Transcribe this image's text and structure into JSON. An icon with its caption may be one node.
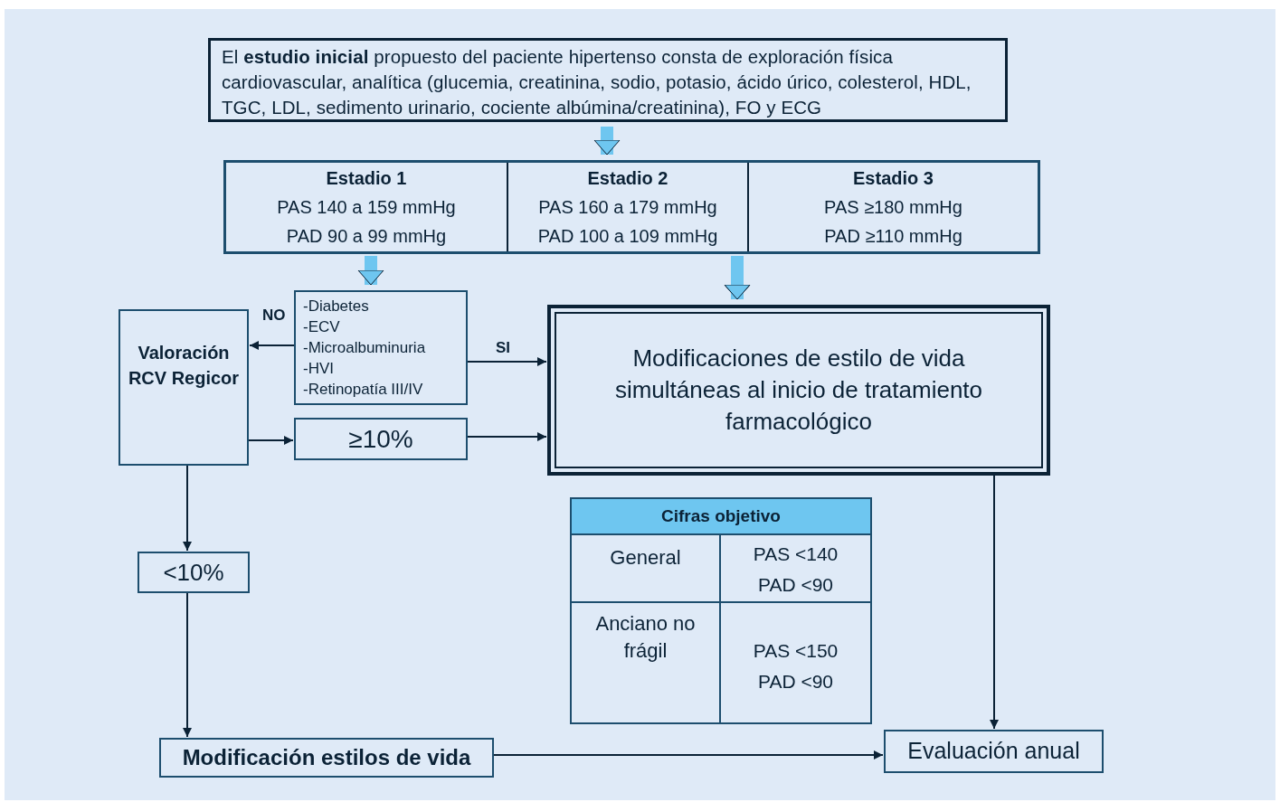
{
  "diagram": {
    "nodes": [
      {
        "text": [
          "El **estudio inicial** propuesto del paciente hipertenso consta de exploración física cardiovascular, analítica (glucemia, creatinina, sodio, potasio, ácido úrico, colesterol, HDL, TGC, LDL, sedimento urinario, cociente albúmina/creatinina),  FO y ECG"
        ]
      },
      {
        "text": [],
        "shape": "box"
      },
      {
        "text": [
          "Estadio 1",
          "PAS 140 a 159 mmHg",
          "PAD 90 a 99 mmHg"
        ],
        "in": 1
      },
      {
        "text": [
          "Estadio 2",
          "PAS 160 a 179 mmHg",
          "PAD 100 a 109 mmHg"
        ],
        "in": 1
      },
      {
        "text": [
          "Estadio 3",
          "PAS ≥180 mmHg",
          "PAD ≥110 mmHg"
        ],
        "in": 1
      },
      {
        "text": [
          "-Diabetes",
          "-ECV",
          "-Microalbuminuria",
          "-HVI",
          "-Retinopatía  III/IV"
        ]
      },
      {
        "text": [
          "Valoración RCV Regicor"
        ]
      },
      {
        "text": [
          "≥10%"
        ]
      },
      {
        "text": [
          "Modificaciones de estilo de vida simultáneas al inicio de tratamiento farmacológico"
        ]
      },
      {
        "text": [
          "<10%"
        ]
      },
      {
        "text": [
          "Modificación estilos de vida"
        ]
      },
      {
        "text": [
          "Evaluación anual"
        ]
      }
    ],
    "edges": [
      {
        "from": 0,
        "to": 1,
        "arrow": "to",
        "style": "thick",
        "color": "#6ec6f0"
      },
      {
        "from": 2,
        "to": 5,
        "arrow": "to",
        "style": "thick",
        "color": "#6ec6f0"
      },
      {
        "from": 3,
        "to": 8,
        "arrow": "to",
        "style": "thick",
        "color": "#6ec6f0"
      },
      {
        "from": 4,
        "to": 8,
        "arrow": "to",
        "style": "thick",
        "color": "#6ec6f0"
      },
      {
        "from": 5,
        "to": 6,
        "arrow": "to",
        "label": "NO"
      },
      {
        "from": 5,
        "to": 8,
        "arrow": "to",
        "label": "SI"
      },
      {
        "from": 6,
        "to": 7,
        "arrow": "to"
      },
      {
        "from": 7,
        "to": 8,
        "arrow": "to"
      },
      {
        "from": 6,
        "to": 9,
        "arrow": "to"
      },
      {
        "from": 9,
        "to": 10,
        "arrow": "to"
      },
      {
        "from": 10,
        "to": 11,
        "arrow": "to"
      },
      {
        "from": 8,
        "to": 11,
        "arrow": "to"
      }
    ],
    "labels": [
      "Cifras objetivo",
      "General",
      "PAS <140",
      "PAD <90",
      "Anciano no frágil",
      "PAS <150",
      "PAD <90"
    ]
  }
}
